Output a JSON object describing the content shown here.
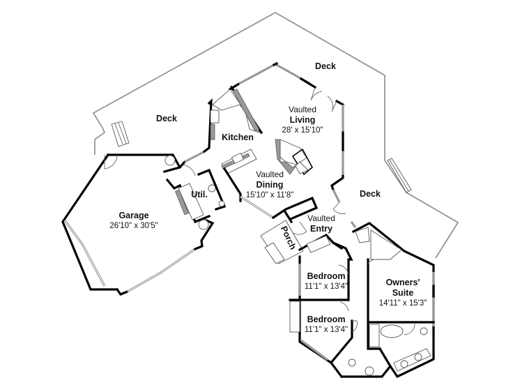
{
  "plan": {
    "type": "floor plan",
    "rooms": [
      {
        "id": "deck_left",
        "name": "Deck",
        "dimensions": null
      },
      {
        "id": "deck_top",
        "name": "Deck",
        "dimensions": null
      },
      {
        "id": "deck_right",
        "name": "Deck",
        "dimensions": null
      },
      {
        "id": "living",
        "prefix": "Vaulted",
        "name": "Living",
        "dimensions": "28' x 15'10\""
      },
      {
        "id": "kitchen",
        "name": "Kitchen",
        "dimensions": null
      },
      {
        "id": "dining",
        "prefix": "Vaulted",
        "name": "Dining",
        "dimensions": "15'10\" x 11'8\""
      },
      {
        "id": "garage",
        "name": "Garage",
        "dimensions": "26'10\" x 30'5\""
      },
      {
        "id": "util",
        "name": "Util.",
        "dimensions": null
      },
      {
        "id": "entry",
        "prefix": "Vaulted",
        "name": "Entry",
        "dimensions": null
      },
      {
        "id": "porch",
        "name": "Porch",
        "dimensions": null
      },
      {
        "id": "bedroom1",
        "name": "Bedroom",
        "dimensions": "11'1\" x 13'4\""
      },
      {
        "id": "bedroom2",
        "name": "Bedroom",
        "dimensions": "11'1\" x 13'4\""
      },
      {
        "id": "owners",
        "name": "Owners' Suite",
        "name_line1": "Owners'",
        "name_line2": "Suite",
        "dimensions": "14'11\" x 15'3\""
      }
    ],
    "colors": {
      "wall": "#000000",
      "deck_outline": "#8a8a8a",
      "window": "#9a9a9a",
      "background": "#ffffff"
    }
  }
}
